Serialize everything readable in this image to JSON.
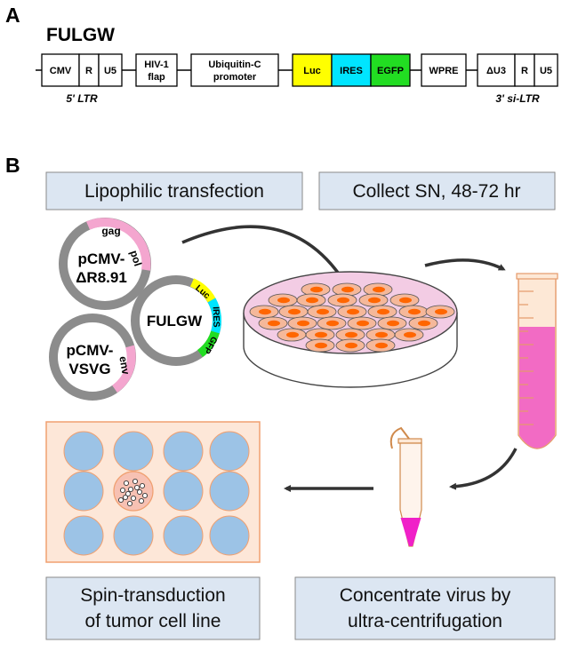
{
  "panel_a": {
    "letter": "A",
    "vector_title": "FULGW",
    "segments": [
      {
        "label": "CMV",
        "fill": "#ffffff"
      },
      {
        "label": "R",
        "fill": "#ffffff"
      },
      {
        "label": "U5",
        "fill": "#ffffff"
      },
      {
        "label_line1": "HIV-1",
        "label_line2": "flap",
        "fill": "#ffffff"
      },
      {
        "label_line1": "Ubiquitin-C",
        "label_line2": "promoter",
        "fill": "#ffffff"
      },
      {
        "label": "Luc",
        "fill": "#ffff00"
      },
      {
        "label": "IRES",
        "fill": "#00e5ff"
      },
      {
        "label": "EGFP",
        "fill": "#22dd22"
      },
      {
        "label": "WPRE",
        "fill": "#ffffff"
      },
      {
        "label": "ΔU3",
        "fill": "#ffffff"
      },
      {
        "label": "R",
        "fill": "#ffffff"
      },
      {
        "label": "U5",
        "fill": "#ffffff"
      }
    ],
    "ltr5_label": "5' LTR",
    "ltr3_label_prefix": "3' ",
    "ltr3_label_italic": "si-LTR"
  },
  "panel_b": {
    "letter": "B",
    "steps": {
      "transfection": "Lipophilic transfection",
      "collect": "Collect SN, 48-72 hr",
      "spin_line1": "Spin-transduction",
      "spin_line2": "of tumor cell line",
      "concentrate_line1": "Concentrate virus by",
      "concentrate_line2": "ultra-centrifugation"
    },
    "plasmids": {
      "packaging_line1": "pCMV-",
      "packaging_line2": "ΔR8.91",
      "packaging_genes": [
        "gag",
        "pol"
      ],
      "envelope_line1": "pCMV-",
      "envelope_line2": "VSVG",
      "envelope_gene": "env",
      "transfer_name": "FULGW",
      "transfer_genes": [
        "Luc",
        "IRES",
        "GFP"
      ]
    },
    "colors": {
      "step_box": "#dce6f2",
      "plasmid_ring": "#8c8c8c",
      "gene_pink": "#f4a6cf",
      "dish_fill": "#f3cce4",
      "cell_fill": "#f5b89a",
      "nucleus": "#ff6600",
      "media_pink": "#f26bc4",
      "tube_pink": "#f020c8",
      "well_blue": "#9cc3e6",
      "plate_fill": "#fde7d8",
      "plate_border": "#f0a070"
    }
  }
}
